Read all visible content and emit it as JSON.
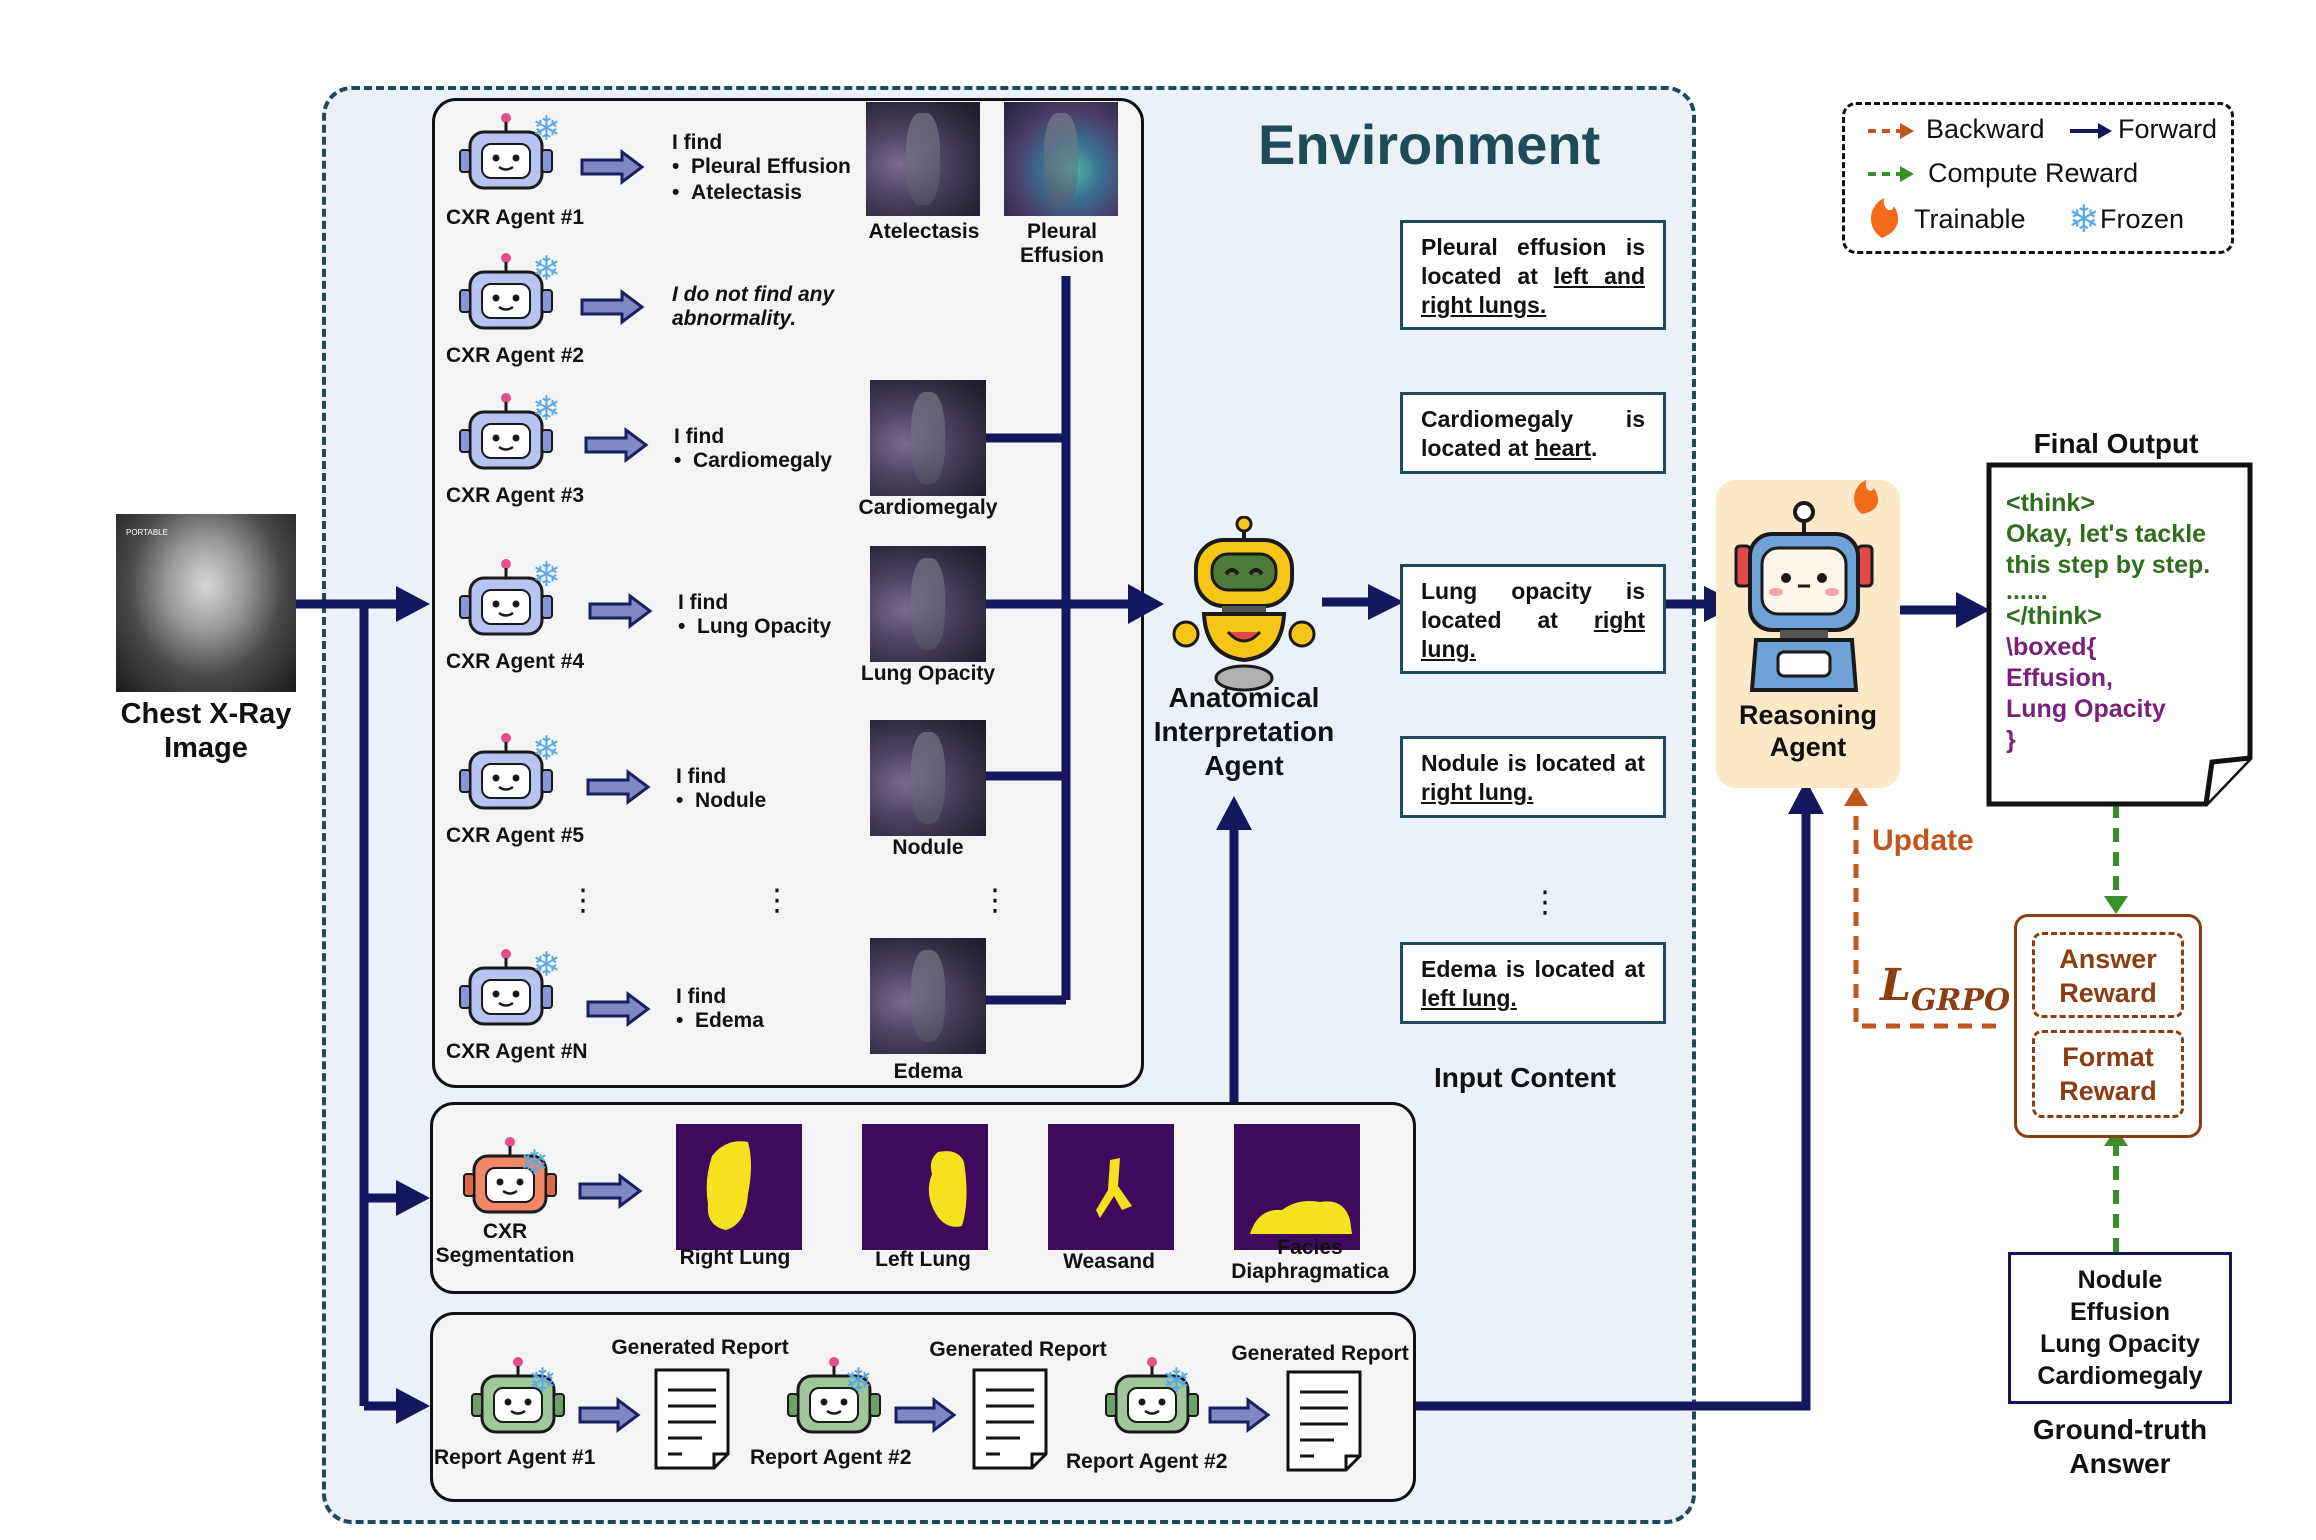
{
  "title": "Environment",
  "input": {
    "label_line1": "Chest X-Ray",
    "label_line2": "Image",
    "portable": "PORTABLE"
  },
  "cxr_agents": [
    {
      "name": "CXR Agent #1",
      "find": "I find",
      "items": [
        "Pleural Effusion",
        "Atelectasis"
      ]
    },
    {
      "name": "CXR Agent #2",
      "find_italic_line1": "I do not find any",
      "find_italic_line2": "abnormality."
    },
    {
      "name": "CXR Agent #3",
      "find": "I find",
      "items": [
        "Cardiomegaly"
      ]
    },
    {
      "name": "CXR Agent #4",
      "find": "I find",
      "items": [
        "Lung Opacity"
      ]
    },
    {
      "name": "CXR Agent #5",
      "find": "I find",
      "items": [
        "Nodule"
      ]
    },
    {
      "name": "CXR Agent #N",
      "find": "I find",
      "items": [
        "Edema"
      ]
    }
  ],
  "heatmaps": {
    "atelectasis": "Atelectasis",
    "pleural_line1": "Pleural",
    "pleural_line2": "Effusion",
    "cardiomegaly": "Cardiomegaly",
    "lung_opacity": "Lung Opacity",
    "nodule": "Nodule",
    "edema": "Edema"
  },
  "segmentation": {
    "agent_line1": "CXR",
    "agent_line2": "Segmentation",
    "masks": [
      "Right Lung",
      "Left Lung",
      "Weasand"
    ],
    "mask4_line1": "Facies",
    "mask4_line2": "Diaphragmatica"
  },
  "reports": {
    "agents": [
      "Report Agent #1",
      "Report Agent #2",
      "Report Agent #2"
    ],
    "generated": "Generated Report"
  },
  "anatomical_agent": {
    "line1": "Anatomical",
    "line2": "Interpretation",
    "line3": "Agent"
  },
  "input_content": {
    "label": "Input Content",
    "box1": {
      "a": "Pleural effusion is located at",
      "u1": "left and",
      "u2": "right lungs."
    },
    "box2": {
      "a": "Cardiomegaly is located at",
      "u1": "heart",
      "b": "."
    },
    "box3": {
      "a": "Lung opacity is located at",
      "u1": "right",
      "u2": "lung."
    },
    "box4": {
      "a": "Nodule is located at",
      "u1": "right lung."
    },
    "box5": {
      "a": "Edema is located at",
      "u1": "left lung."
    }
  },
  "reasoning_agent": {
    "line1": "Reasoning",
    "line2": "Agent"
  },
  "final_output": {
    "title": "Final Output",
    "think_open": "<think>",
    "think_text_1": "Okay, let's tackle",
    "think_text_2": "this step by step.",
    "ellipsis": "......",
    "think_close": "</think>",
    "boxed_open": "\\boxed{",
    "ans1": "Effusion,",
    "ans2": "Lung Opacity",
    "boxed_close": "}"
  },
  "update": "Update",
  "loss": {
    "main": "L",
    "sub": "GRPO"
  },
  "rewards": {
    "answer_1": "Answer",
    "answer_2": "Reward",
    "format_1": "Format",
    "format_2": "Reward"
  },
  "ground_truth": {
    "items": [
      "Nodule",
      "Effusion",
      "Lung Opacity",
      "Cardiomegaly"
    ],
    "label_1": "Ground-truth",
    "label_2": "Answer"
  },
  "legend": {
    "backward": "Backward",
    "forward": "Forward",
    "reward": "Compute Reward",
    "trainable": "Trainable",
    "frozen": "Frozen"
  },
  "colors": {
    "navy": "#14165e",
    "teal": "#1e4a5a",
    "env_bg": "#eaf1f9",
    "orange": "#c0561d",
    "green": "#3a8f2a",
    "brown": "#8b3e12",
    "purple": "#7a1f7a",
    "dark_green": "#2f6e1f"
  }
}
